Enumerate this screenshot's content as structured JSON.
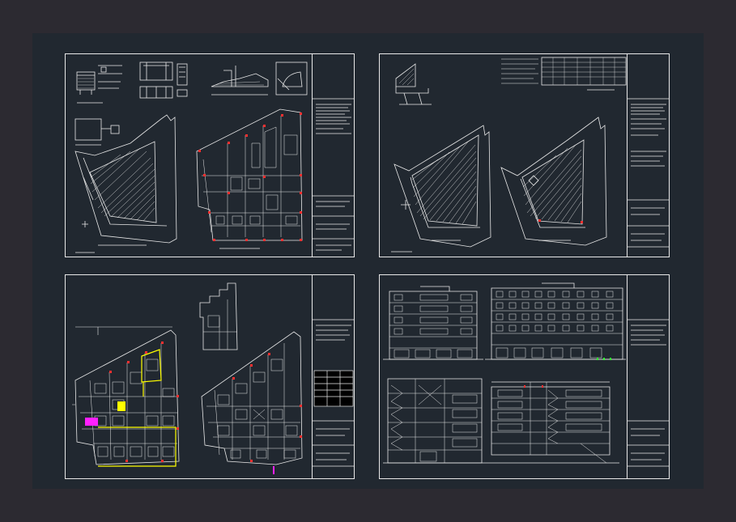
{
  "colors": {
    "background": "#2c2a31",
    "workspace": "#212830",
    "line": "#e8e8e8",
    "accent_red": "#ff3030",
    "accent_yellow": "#ffff00",
    "accent_magenta": "#ff20ff",
    "accent_green": "#30ff30"
  },
  "sheets": [
    {
      "name": "sheet-site-plan-and-ground-floor"
    },
    {
      "name": "sheet-site-plans"
    },
    {
      "name": "sheet-typical-floor-plans"
    },
    {
      "name": "sheet-elevations-and-sections"
    }
  ]
}
